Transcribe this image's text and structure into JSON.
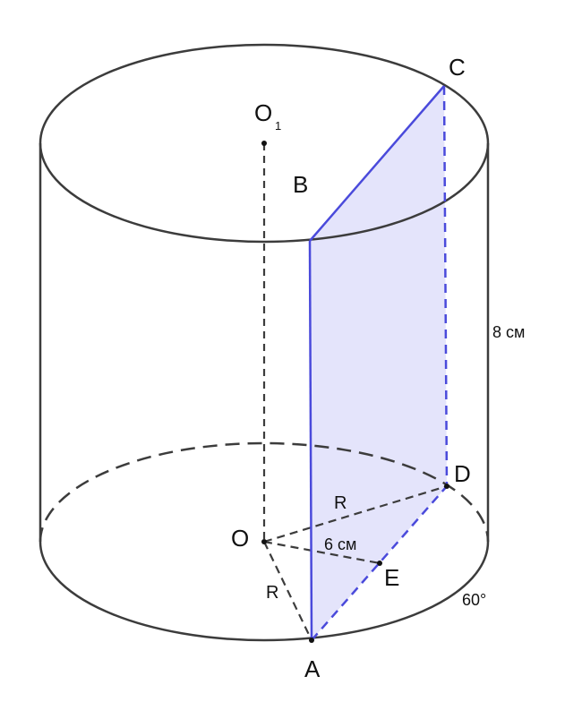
{
  "colors": {
    "outline": "#3c3c3c",
    "section_edge": "#4a4adb",
    "section_fill": "#e4e4fb",
    "label": "#111111"
  },
  "points": {
    "O1": "O",
    "O1_sub": "1",
    "B": "B",
    "C": "C",
    "O": "O",
    "D": "D",
    "E": "E",
    "A": "A"
  },
  "measurements": {
    "height": "8 см",
    "distance_OE": "6 см",
    "radius_OD": "R",
    "radius_OA": "R",
    "angle": "60°"
  }
}
